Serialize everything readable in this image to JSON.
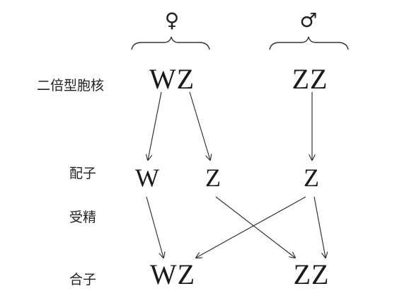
{
  "sexes": {
    "female": "♀",
    "male": "♂"
  },
  "row_labels": {
    "diploid_nucleus": "二倍型胞核",
    "gamete": "配子",
    "fertilization": "受精",
    "zygote": "合子"
  },
  "parents": {
    "female": "WZ",
    "male": "ZZ"
  },
  "gametes": {
    "female_w": "W",
    "female_z": "Z",
    "male_z": "Z"
  },
  "zygotes": {
    "wz": "WZ",
    "zz": "ZZ"
  }
}
